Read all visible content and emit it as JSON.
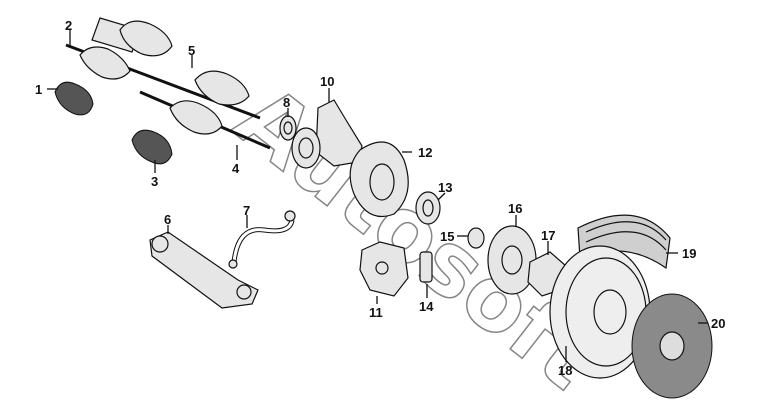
{
  "watermark": {
    "text": "Autosoft"
  },
  "callouts": [
    {
      "id": "1",
      "label": "1"
    },
    {
      "id": "2",
      "label": "2"
    },
    {
      "id": "3",
      "label": "3"
    },
    {
      "id": "4",
      "label": "4"
    },
    {
      "id": "5",
      "label": "5"
    },
    {
      "id": "6",
      "label": "6"
    },
    {
      "id": "7",
      "label": "7"
    },
    {
      "id": "8",
      "label": "8"
    },
    {
      "id": "10",
      "label": "10"
    },
    {
      "id": "11",
      "label": "11"
    },
    {
      "id": "12",
      "label": "12"
    },
    {
      "id": "13",
      "label": "13"
    },
    {
      "id": "14",
      "label": "14"
    },
    {
      "id": "15",
      "label": "15"
    },
    {
      "id": "16",
      "label": "16"
    },
    {
      "id": "17",
      "label": "17"
    },
    {
      "id": "18",
      "label": "18"
    },
    {
      "id": "19",
      "label": "19"
    },
    {
      "id": "20",
      "label": "20"
    }
  ]
}
